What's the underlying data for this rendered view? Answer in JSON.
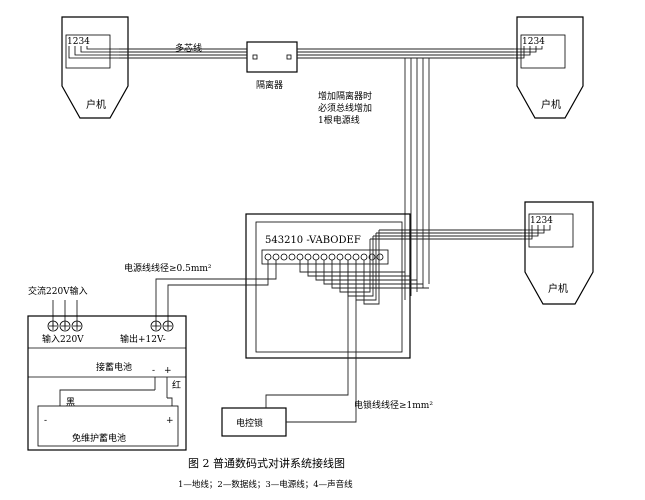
{
  "units": {
    "top_left": {
      "terminals": "1234",
      "label": "户机"
    },
    "top_right": {
      "terminals": "1234",
      "label": "户机"
    },
    "mid_right": {
      "terminals": "1234",
      "label": "户机"
    }
  },
  "isolator": {
    "label": "隔离器"
  },
  "multi_wire": {
    "label": "多芯线"
  },
  "note": {
    "lines": [
      "增加隔离器时",
      "必须总线增加",
      "1根电源线"
    ]
  },
  "controller": {
    "terminal_label": "543210 -VABODEF"
  },
  "power_wire": {
    "label": "电源线线径≥0.5mm²"
  },
  "ac_input": {
    "label": "交流220V输入"
  },
  "power_supply": {
    "input_label": "输入220V",
    "output_label": "输出+12V-",
    "battery_conn_label": "接蓄电池",
    "minus_sign": "-",
    "plus_sign": "+",
    "red_label": "红",
    "black_label": "黑",
    "battery_label": "免维护蓄电池",
    "battery_minus": "-",
    "battery_plus": "+"
  },
  "lock": {
    "label": "电控锁"
  },
  "lock_wire": {
    "label": "电锁线线径≥1mm²"
  },
  "caption": {
    "title": "图 2    普通数码式对讲系统接线图",
    "legend": "1—地线；2—数据线；3—电源线；4—声音线"
  }
}
